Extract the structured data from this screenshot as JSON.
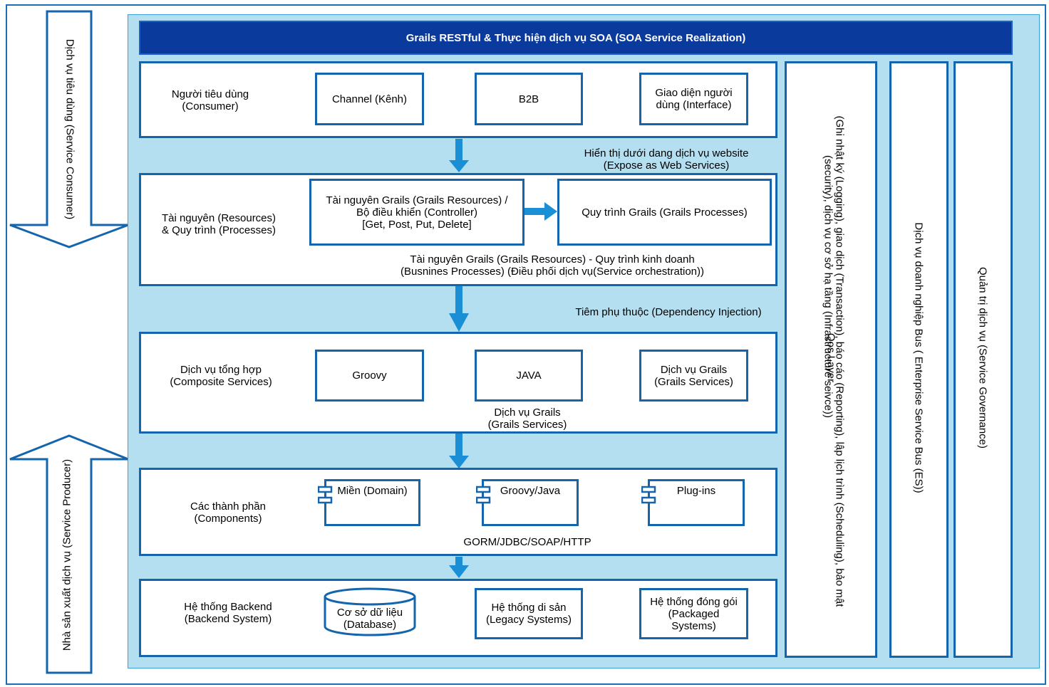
{
  "header": {
    "title": "Grails RESTful & Thực hiện dịch vụ SOA (SOA Service Realization)"
  },
  "side": {
    "consumer": "Dịch vụ tiêu dùng (Service Consumer)",
    "producer": "Nhà sản xuất dịch vụ (Service Producer)"
  },
  "right": {
    "qos_title": "Qos Layer",
    "qos_line1": "(Ghi nhật ký (Logging), giao dịch (Transaction), báo cáo (Reporting), lập lịch trình (Scheduling), bảo mật",
    "qos_line2": "(security), dịch vụ cơ sở hạ tầng (Infrastructure seivce))",
    "esb": "Dịch vụ doanh nghiệp Bus ( Enterprise Service Bus (ES))",
    "governance": "Quản trị dịch vụ (Service Governance)"
  },
  "layers": {
    "consumer": {
      "label1": "Người tiêu dùng",
      "label2": "(Consumer)",
      "box1": "Channel (Kênh)",
      "box2": "B2B",
      "box3a": "Giao diện người",
      "box3b": "dùng (Interface)"
    },
    "expose": {
      "line1": "Hiển thị dưới dang dịch vụ website",
      "line2": "(Expose as Web Services)"
    },
    "resources": {
      "label1": "Tài nguyên (Resources)",
      "label2": "& Quy trình (Processes)",
      "box1a": "Tài nguyên Grails (Grails Resources) /",
      "box1b": "Bộ điều khiển (Controller)",
      "box1c": "[Get, Post, Put, Delete]",
      "box2": "Quy trình Grails (Grails Processes)",
      "note1": "Tài nguyên Grails (Grails Resources) - Quy trình kinh doanh",
      "note2": "(Busnines Processes) (Điều phối dịch vụ(Service orchestration))"
    },
    "di": {
      "text": "Tiêm phụ thuộc (Dependency Injection)"
    },
    "composite": {
      "label1": "Dịch vụ tổng hợp",
      "label2": "(Composite Services)",
      "box1": "Groovy",
      "box2": "JAVA",
      "box3a": "Dịch vụ Grails",
      "box3b": "(Grails Services)",
      "note1": "Dịch vụ Grails",
      "note2": "(Grails Services)"
    },
    "components": {
      "label1": "Các thành phần",
      "label2": "(Components)",
      "box1": "Miền (Domain)",
      "box2": "Groovy/Java",
      "box3": "Plug-ins",
      "note": "GORM/JDBC/SOAP/HTTP"
    },
    "backend": {
      "label1": "Hệ thống Backend",
      "label2": "(Backend System)",
      "db1": "Cơ sở dữ liệu",
      "db2": "(Database)",
      "box2a": "Hệ thống di sản",
      "box2b": "(Legacy Systems)",
      "box3a": "Hệ thống đóng gói",
      "box3b": "(Packaged",
      "box3c": "Systems)"
    }
  },
  "colors": {
    "border": "#1565ad",
    "panel": "#b3dff0",
    "header": "#0a3b9c",
    "arrow": "#1a8fd6"
  }
}
